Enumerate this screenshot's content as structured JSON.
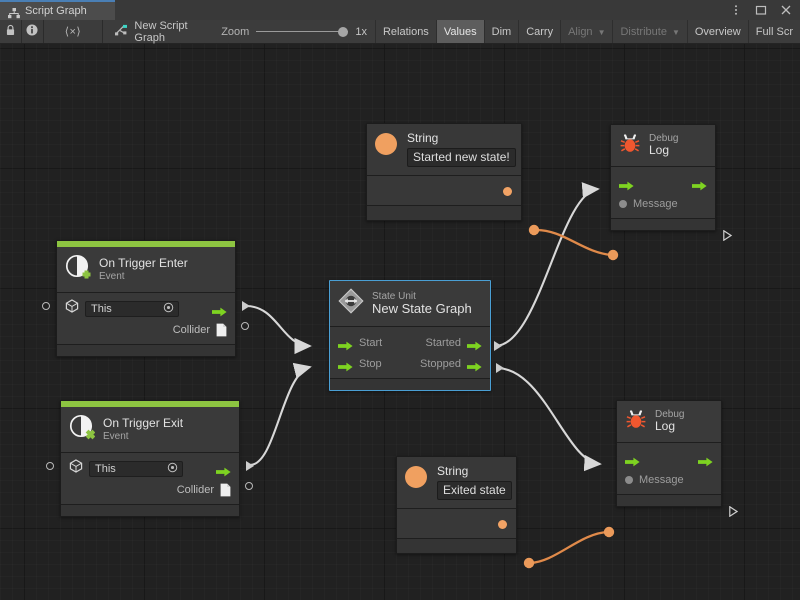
{
  "window": {
    "tab_label": "Script Graph",
    "tab_icon": "graph-icon",
    "controls": {
      "more": "⋮",
      "maximize": "❐",
      "close": "✕"
    }
  },
  "toolbar": {
    "lock_icon": "lock-icon",
    "info_icon": "info-icon",
    "code_label": "⟨×⟩",
    "graph_icon": "script-graph-icon",
    "graph_name": "New Script Graph",
    "zoom_label": "Zoom",
    "zoom_value": "1x",
    "buttons": [
      {
        "label": "Relations",
        "state": "normal",
        "caret": false
      },
      {
        "label": "Values",
        "state": "active",
        "caret": false
      },
      {
        "label": "Dim",
        "state": "normal",
        "caret": false
      },
      {
        "label": "Carry",
        "state": "normal",
        "caret": false
      },
      {
        "label": "Align",
        "state": "dim",
        "caret": true
      },
      {
        "label": "Distribute",
        "state": "dim",
        "caret": true
      },
      {
        "label": "Overview",
        "state": "normal",
        "caret": false
      },
      {
        "label": "Full Scr",
        "state": "normal",
        "caret": false
      }
    ]
  },
  "colors": {
    "accent_green": "#8dc441",
    "port_green": "#7ed321",
    "string_orange": "#f0a060",
    "wire_white": "#d8d8d8",
    "wire_orange": "#e08a4a",
    "selection_blue": "#4a9fd4",
    "canvas_bg": "#212121",
    "node_bg": "#383838"
  },
  "nodes": {
    "string_top": {
      "type_icon": "string-value-icon",
      "title": "String",
      "value": "Started new state!",
      "output_port": "string-output-port"
    },
    "string_bottom": {
      "type_icon": "string-value-icon",
      "title": "String",
      "value": "Exited state",
      "output_port": "string-output-port"
    },
    "debug_log_top": {
      "icon": "bug-icon",
      "subtitle": "Debug",
      "title": "Log",
      "flow_in": "flow-input-port",
      "flow_out": "flow-output-port",
      "message_label": "Message"
    },
    "debug_log_bottom": {
      "icon": "bug-icon",
      "subtitle": "Debug",
      "title": "Log",
      "flow_in": "flow-input-port",
      "flow_out": "flow-output-port",
      "message_label": "Message"
    },
    "on_trigger_enter": {
      "icon": "event-enter-icon",
      "title": "On Trigger Enter",
      "subtitle": "Event",
      "target_icon": "gameobject-icon",
      "target_value": "This",
      "target_picker_icon": "target-picker-icon",
      "flow_out": "flow-output-port",
      "collider_label": "Collider",
      "collider_icon": "collider-doc-icon"
    },
    "on_trigger_exit": {
      "icon": "event-exit-icon",
      "title": "On Trigger Exit",
      "subtitle": "Event",
      "target_icon": "gameobject-icon",
      "target_value": "This",
      "target_picker_icon": "target-picker-icon",
      "flow_out": "flow-output-port",
      "collider_label": "Collider",
      "collider_icon": "collider-doc-icon"
    },
    "state_unit": {
      "icon": "state-unit-icon",
      "subtitle": "State Unit",
      "title": "New  State  Graph",
      "selected": true,
      "inputs": [
        {
          "label": "Start"
        },
        {
          "label": "Stop"
        }
      ],
      "outputs": [
        {
          "label": "Started"
        },
        {
          "label": "Stopped"
        }
      ]
    }
  }
}
